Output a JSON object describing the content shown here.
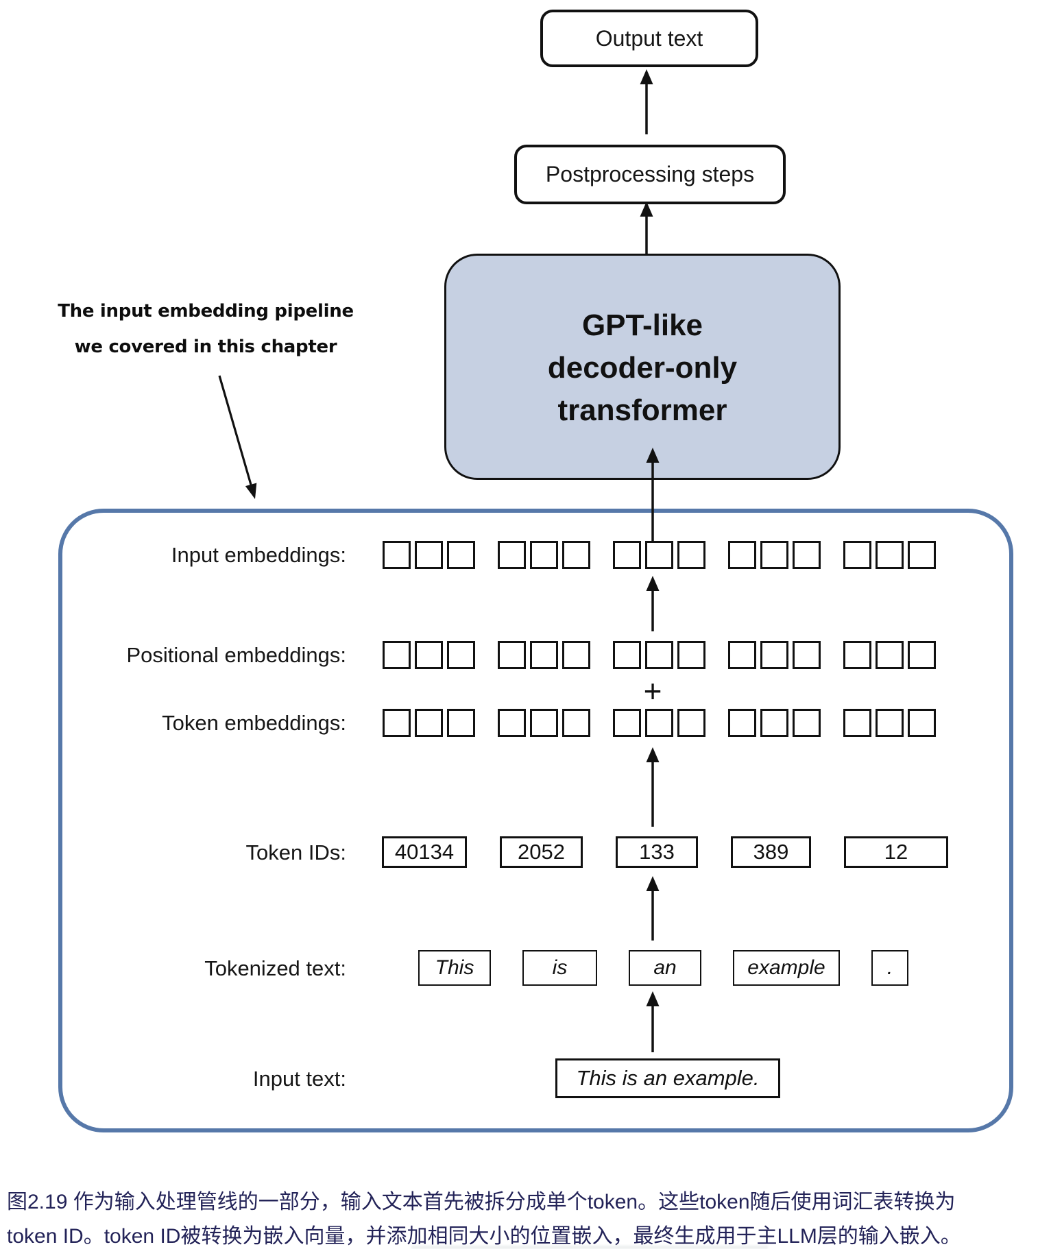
{
  "colors": {
    "transformer-fill": "#c6d0e2",
    "pipeline-border": "#5678a9",
    "caption-text": "#232358"
  },
  "boxes": {
    "output": "Output text",
    "postprocessing": "Postprocessing steps"
  },
  "transformer": {
    "line1": "GPT-like",
    "line2": "decoder-only",
    "line3": "transformer"
  },
  "annotation": {
    "line1": "The input embedding pipeline",
    "line2": "we covered in this chapter"
  },
  "labels": {
    "input_embeddings": "Input embeddings:",
    "positional_embeddings": "Positional embeddings:",
    "token_embeddings": "Token embeddings:",
    "token_ids": "Token IDs:",
    "tokenized_text": "Tokenized text:",
    "input_text": "Input text:"
  },
  "operators": {
    "plus": "+"
  },
  "pipeline": {
    "embedding_grid": {
      "groups": 5,
      "cells": 3
    },
    "token_ids": [
      "40134",
      "2052",
      "133",
      "389",
      "12"
    ],
    "tokenized_tokens": [
      "This",
      "is",
      "an",
      "example",
      "."
    ],
    "input_text_value": "This is an example."
  },
  "caption": {
    "line1": "图2.19 作为输入处理管线的一部分，输入文本首先被拆分成单个token。这些token随后使用词汇表转换为",
    "line2": "token ID。token ID被转换为嵌入向量，并添加相同大小的位置嵌入，最终生成用于主LLM层的输入嵌入。"
  }
}
